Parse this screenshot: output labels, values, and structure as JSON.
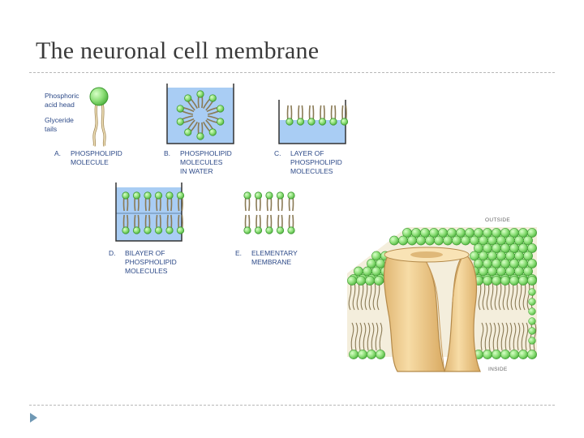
{
  "slide": {
    "title": "The neuronal cell membrane"
  },
  "labels": {
    "head": "Phosphoric\nacid head",
    "tails": "Glyceride\ntails"
  },
  "panels": [
    {
      "letter": "A.",
      "text": "PHOSPHOLIPID\nMOLECULE"
    },
    {
      "letter": "B.",
      "text": "PHOSPHOLIPID\nMOLECULES\nIN WATER"
    },
    {
      "letter": "C.",
      "text": "LAYER OF\nPHOSPHOLIPID\nMOLECULES"
    },
    {
      "letter": "D.",
      "text": "BILAYER OF\nPHOSPHOLIPID\nMOLECULES"
    },
    {
      "letter": "E.",
      "text": "ELEMENTARY\nMEMBRANE"
    }
  ],
  "membrane": {
    "outside": "OUTSIDE",
    "inside": "INSIDE"
  },
  "colors": {
    "head_fill": "#8fe07a",
    "head_stroke": "#3e9a32",
    "water": "#a9cdf4",
    "protein": "#f2cf8e",
    "title": "#3a3a3a",
    "caption": "#2d4a88"
  }
}
